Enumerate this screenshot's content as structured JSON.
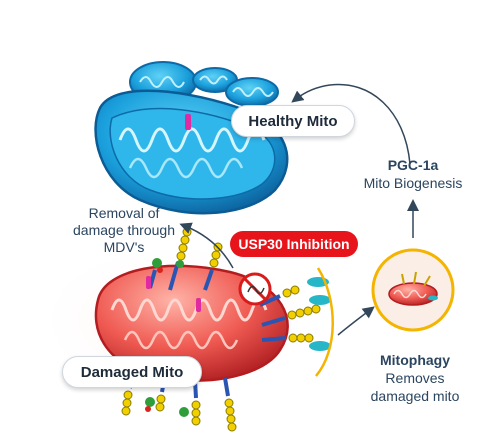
{
  "labels": {
    "healthy_mito": "Healthy Mito",
    "damaged_mito": "Damaged Mito",
    "usp30": "USP30 Inhibition",
    "pgc_title": "PGC-1a",
    "pgc_sub": "Mito Biogenesis",
    "removal_line1": "Removal of",
    "removal_line2": "damage through",
    "removal_line3": "MDV's",
    "mitophagy_title": "Mitophagy",
    "mitophagy_line1": "Removes",
    "mitophagy_line2": "damaged mito"
  },
  "colors": {
    "healthy_blue": "#1aa0dc",
    "damaged_red": "#e84a4a",
    "usp30_red": "#e8141b",
    "ubiquitin_yellow": "#f2d000",
    "text_navy": "#2b4560",
    "ring_yellow": "#f4b400"
  }
}
